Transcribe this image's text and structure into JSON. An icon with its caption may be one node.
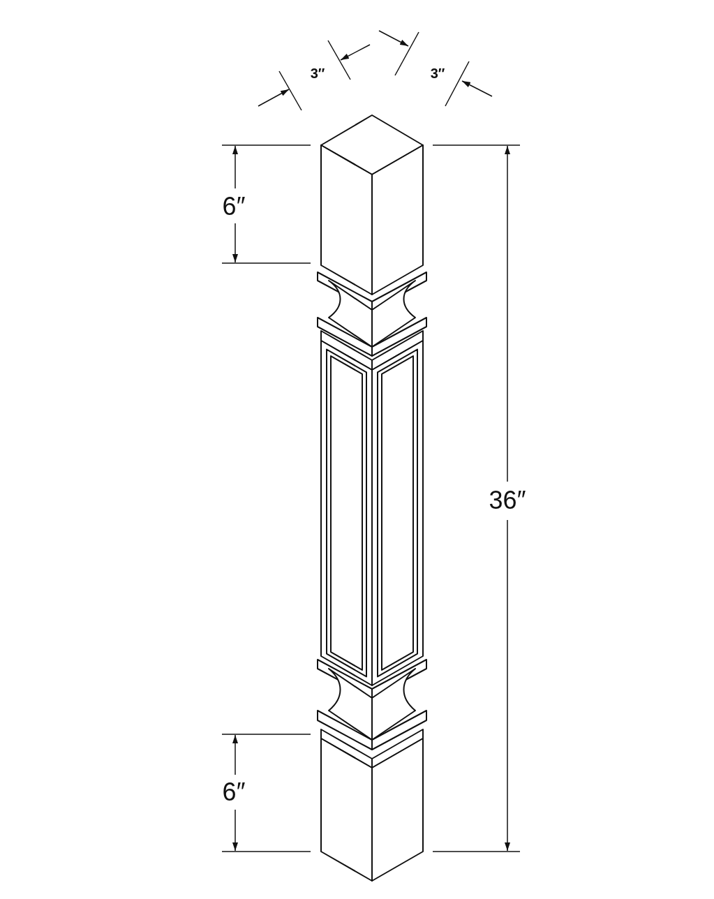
{
  "diagram": {
    "labels": [
      "3″",
      "3″",
      "6″",
      "36″",
      "6″"
    ]
  }
}
